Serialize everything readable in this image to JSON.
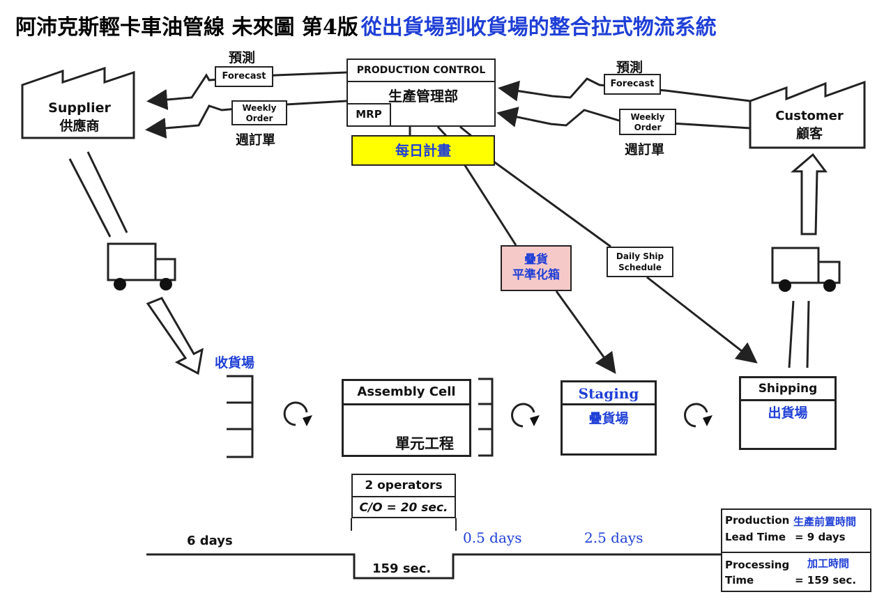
{
  "title": {
    "black": "阿沛克斯輕卡車油管線 未來圖 第4版",
    "blue": "從出貨場到收貨場的整合拉式物流系統"
  },
  "colors": {
    "blue_text": "#1f3fd6",
    "yellow_box": "#ffff00",
    "pink_box": "#f6c9c9"
  },
  "production_control": {
    "header": "PRODUCTION CONTROL",
    "subtitle": "生產管理部",
    "mrp": "MRP"
  },
  "daily_plan": "每日計畫",
  "supplier": {
    "name": "Supplier",
    "zh": "供應商"
  },
  "customer": {
    "name": "Customer",
    "zh": "顧客"
  },
  "left_flows": {
    "forecast_zh": "預測",
    "forecast": "Forecast",
    "weekly_order": [
      "Weekly",
      "Order"
    ],
    "weekly_order_zh": "週訂單"
  },
  "right_flows": {
    "forecast_zh": "預測",
    "forecast": "Forecast",
    "weekly_order": [
      "Weekly",
      "Order"
    ],
    "weekly_order_zh": "週訂單"
  },
  "heijunka": [
    "疊貨",
    "平準化箱"
  ],
  "daily_ship_schedule": [
    "Daily Ship",
    "Schedule"
  ],
  "receiving_label": "收貨場",
  "assembly": {
    "title": "Assembly Cell",
    "zh": "單元工程"
  },
  "staging": {
    "title": "Staging",
    "zh": "疊貨場"
  },
  "shipping": {
    "title": "Shipping",
    "zh": "出貨場"
  },
  "data_box": {
    "operators": "2 operators",
    "co": "C/O = 20 sec."
  },
  "timeline": {
    "seg1": "6 days",
    "process": "159 sec.",
    "seg2": "0.5 days",
    "seg3": "2.5 days"
  },
  "summary": {
    "lead_en1": "Production",
    "lead_zh": "生產前置時間",
    "lead_en2": "Lead Time",
    "lead_value": "= 9 days",
    "proc_en1": "Processing",
    "proc_zh": "加工時間",
    "proc_en2": "Time",
    "proc_value": "= 159 sec."
  },
  "icons": [
    "factory-icon",
    "truck-icon",
    "push-arrow-icon",
    "kaizen-cycle-icon",
    "operator-icon",
    "electronic-info-arrow-icon",
    "supermarket-icon"
  ]
}
